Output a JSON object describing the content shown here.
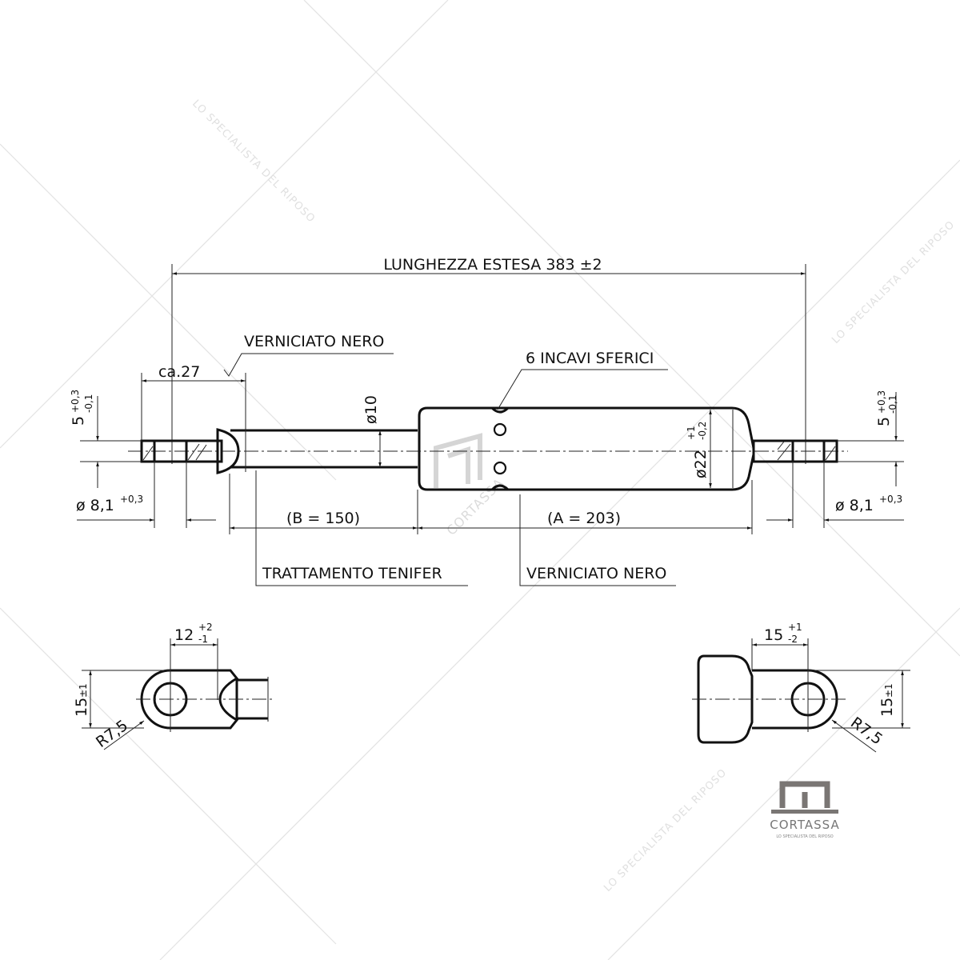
{
  "drawing": {
    "overall_length": "LUNGHEZZA ESTESA  383  ±2",
    "rod_paint_label": "VERNICIATO NERO",
    "eye_length": "ca.27",
    "grooves_label": "6 INCAVI SFERICI",
    "rod_diameter": "ø10",
    "body_diameter": "ø22",
    "body_diameter_tol_plus": "+1",
    "body_diameter_tol_minus": "-0,2",
    "eye_thickness": "5",
    "eye_thickness_tol_plus": "+0,3",
    "eye_thickness_tol_minus": "-0,1",
    "hole_diameter": "ø 8,1",
    "hole_diameter_tol": "+0,3",
    "stroke_B": "(B  =   150)",
    "body_A": "(A  =   203)",
    "rod_treatment": "TRATTAMENTO TENIFER",
    "body_paint_label": "VERNICIATO NERO",
    "left_detail": {
      "length": "12",
      "length_tol_plus": "+2",
      "length_tol_minus": "-1",
      "width": "15",
      "width_tol": "±1",
      "radius": "R7,5"
    },
    "right_detail": {
      "length": "15",
      "length_tol_plus": "+1",
      "length_tol_minus": "-2",
      "width": "15",
      "width_tol": "±1",
      "radius": "R7,5"
    }
  },
  "watermark": {
    "text": "LO SPECIALISTA DEL RIPOSO",
    "brand": "CORTASSA"
  },
  "logo": {
    "brand": "CORTASSA",
    "tagline": "LO SPECIALISTA DEL RIPOSO",
    "color": "#7a7674"
  }
}
